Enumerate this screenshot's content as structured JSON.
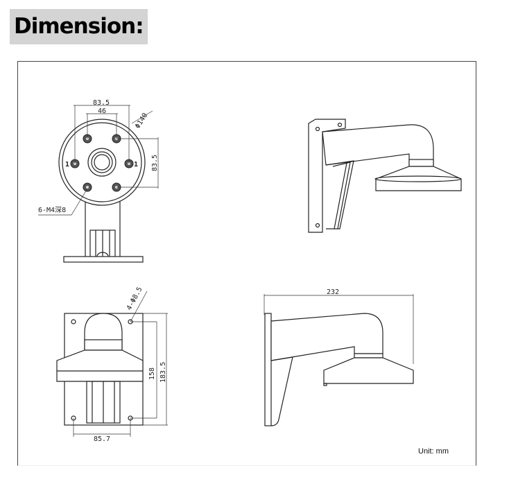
{
  "title": "Dimension:",
  "views": {
    "front": {
      "width_outer": "83.5",
      "width_inner": "46",
      "diameter": "Φ140",
      "height": "83.5",
      "screw_note": "6-M4深8",
      "hole_mark_left": "1",
      "hole_mark_right": "1"
    },
    "back": {
      "holes": "4-Φ8.5",
      "hole_spacing_v": "158",
      "plate_height": "183.5",
      "hole_spacing_h": "85.7"
    },
    "side": {
      "length": "232"
    }
  },
  "unit_label": "Unit: mm"
}
